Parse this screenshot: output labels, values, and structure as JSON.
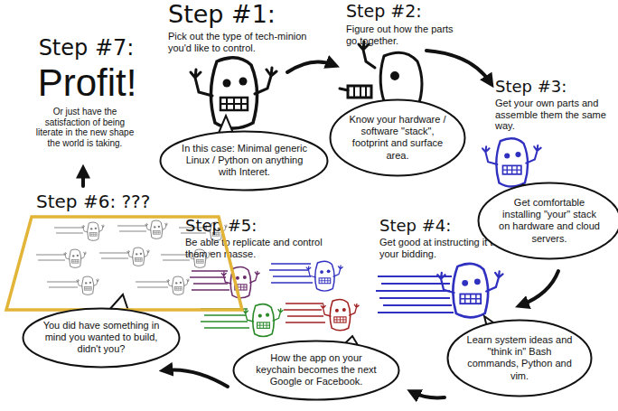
{
  "diagram": {
    "nodes": [
      {
        "text": [
          "In this case: Minimal generic Linux / Python on anything with Interet."
        ]
      },
      {
        "text": [
          "Know your hardware / software \"stack\", footprint and surface area."
        ]
      },
      {
        "text": [
          "Get comfortable installing \"your\" stack on hardware and cloud servers."
        ]
      },
      {
        "text": [
          "Learn system ideas and \"think in\" Bash commands, Python and vim."
        ]
      },
      {
        "text": [
          "How the app on your keychain becomes the next Google or Facebook."
        ]
      },
      {
        "text": [
          "Step #6: ???"
        ]
      },
      {
        "text": [
          "You did have something in mind you wanted to build, didn't you?"
        ]
      }
    ],
    "labels": [
      "Step #1:",
      "Pick out the type of tech-minion you'd like to control.",
      "Step #2:",
      "Figure out how the parts go together.",
      "Step #3:",
      "Get your own parts and assemble them the same way.",
      "Step #4:",
      "Get good at instructing it to do your bidding.",
      "Step #5:",
      "Be able to replicate and control them en masse.",
      "Step #7:",
      "Profit!",
      "Or just have the satisfaction of being literate in the new shape the world is taking."
    ]
  }
}
